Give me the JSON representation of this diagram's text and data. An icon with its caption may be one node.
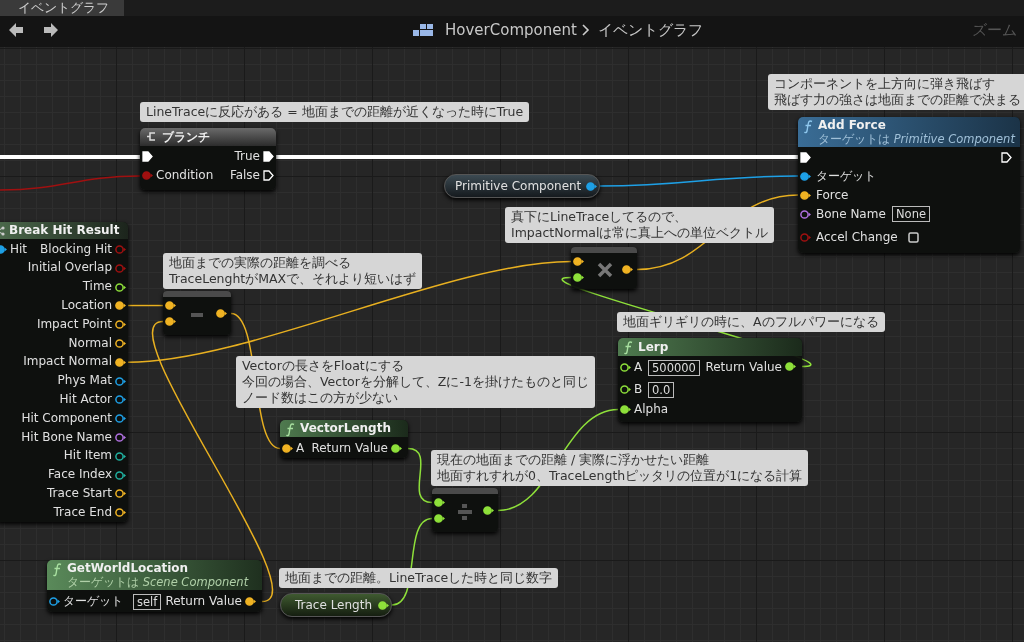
{
  "diagram": {
    "nodes": [
      {
        "text": [
          "ブランチ",
          "True",
          "Condition",
          "False"
        ],
        "beside": [
          "LineTraceに反応がある = 地面までの距離が近くなった時にTrue"
        ]
      },
      {
        "text": [
          "Primitive Component"
        ]
      },
      {
        "text": [
          "Add Force",
          "ターゲットは *Primitive Component*",
          "ターゲット",
          "Force",
          "Bone Name",
          "None",
          "Accel Change"
        ],
        "beside": [
          "コンポーネントを上方向に弾き飛ばす飛ばす力の強さは地面までの距離で決まる"
        ]
      },
      {
        "text": [
          "Break Hit Result",
          "Hit",
          "Blocking Hit",
          "Initial Overlap",
          "Time",
          "Location",
          "Impact Point",
          "Normal",
          "Impact Normal",
          "Phys Mat",
          "Hit Actor",
          "Hit Component",
          "Hit Bone Name",
          "Hit Item",
          "Face Index",
          "Trace Start",
          "Trace End"
        ]
      },
      {
        "text": [],
        "shape": "box",
        "beside": [
          "地面までの実際の距離を調べるTraceLenghtがMAXで、それより短いはず"
        ]
      },
      {
        "text": [],
        "shape": "box",
        "beside": [
          "真下にLineTraceしてるので、ImpactNormalは常に真上への単位ベクトル"
        ]
      },
      {
        "text": [
          "Lerp",
          "A",
          "500000",
          "Return Value",
          "B",
          "0.0",
          "Alpha"
        ],
        "beside": [
          "地面ギリギリの時に、Aのフルパワーになる"
        ]
      },
      {
        "text": [
          "VectorLength",
          "A",
          "Return Value"
        ],
        "beside": [
          "Vectorの長さをFloatにする今回の場合、Vectorを分解して、Zに-1を掛けたものと同じノード数はこの方が少ない"
        ]
      },
      {
        "text": [],
        "shape": "box",
        "beside": [
          "現在の地面までの距離 / 実際に浮かせたい距離地面すれすれが0、TraceLengthピッタリの位置が1になる計算"
        ]
      },
      {
        "text": [
          "GetWorldLocation",
          "ターゲットは *Scene Component*",
          "ターゲット",
          "self",
          "Return Value"
        ]
      },
      {
        "text": [
          "Trace Length"
        ],
        "beside": [
          "地面までの距離。LineTraceした時と同じ数字"
        ]
      }
    ],
    "edges": [
      {
        "from": null,
        "to": 0,
        "arrow": "none",
        "style": "thick",
        "color": "#ffffff"
      },
      {
        "from": null,
        "to": 0,
        "arrow": "none",
        "color": "#a01010"
      },
      {
        "from": 0,
        "to": 2,
        "arrow": "none",
        "style": "thick",
        "color": "#ffffff"
      },
      {
        "from": 1,
        "to": 2,
        "arrow": "none",
        "color": "#1ea0e6"
      },
      {
        "from": 5,
        "to": 2,
        "arrow": "none"
      },
      {
        "from": 3,
        "to": 4,
        "arrow": "none"
      },
      {
        "from": 9,
        "to": 4,
        "arrow": "none"
      },
      {
        "from": 4,
        "to": 7,
        "arrow": "none"
      },
      {
        "from": 3,
        "to": 5,
        "arrow": "none"
      },
      {
        "from": 6,
        "to": 5,
        "arrow": "none",
        "color": "#8ee03a"
      },
      {
        "from": 7,
        "to": 8,
        "arrow": "none",
        "color": "#8ee03a"
      },
      {
        "from": 10,
        "to": 8,
        "arrow": "none",
        "color": "#8ee03a"
      },
      {
        "from": 8,
        "to": 6,
        "arrow": "none",
        "color": "#8ee03a"
      }
    ],
    "labels": [
      "イベントグラフ",
      "HoverComponent",
      "イベントグラフ",
      "ズーム"
    ]
  }
}
